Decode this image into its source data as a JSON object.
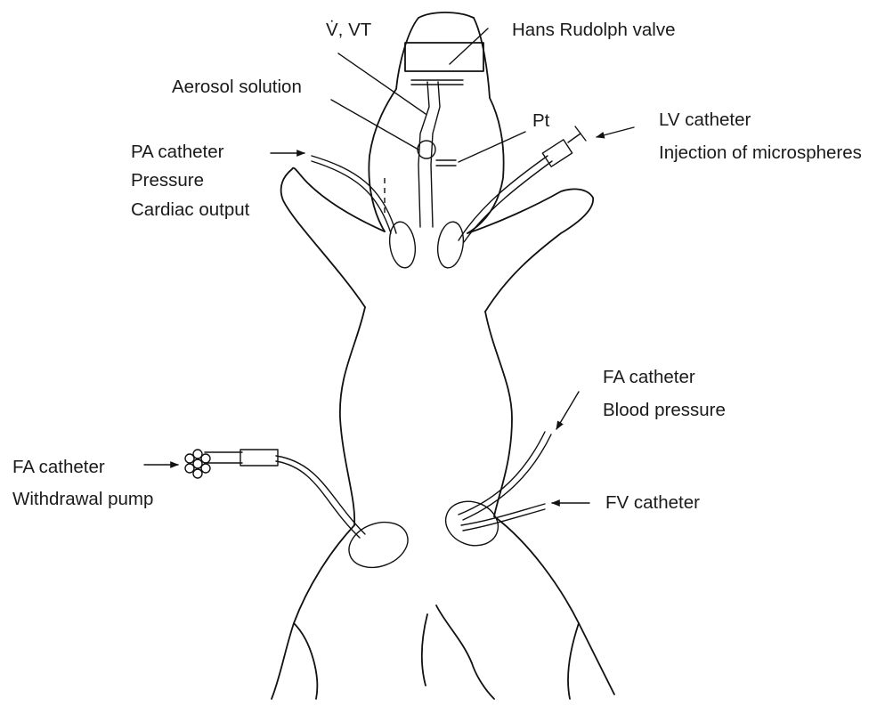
{
  "labels": {
    "flow": "V̇, VT",
    "hans_rudolph": "Hans Rudolph valve",
    "aerosol": "Aerosol solution",
    "pt": "Pt",
    "lv_title": "LV catheter",
    "lv_sub": "Injection of microspheres",
    "pa_title": "PA catheter",
    "pa_sub1": "Pressure",
    "pa_sub2": "Cardiac output",
    "fa_bp_title": "FA catheter",
    "fa_bp_sub": "Blood pressure",
    "fa_wp_title": "FA catheter",
    "fa_wp_sub": "Withdrawal pump",
    "fv_title": "FV catheter"
  }
}
